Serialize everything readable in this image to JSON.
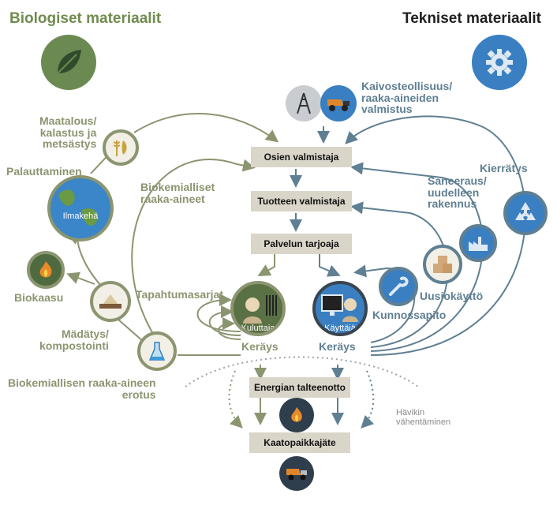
{
  "titles": {
    "bio": "Biologiset materiaalit",
    "tech": "Tekniset materiaalit"
  },
  "bio_labels": {
    "farming": "Maatalous/\nkalastus ja\nmetsästys",
    "restore": "Palauttaminen",
    "atmosphere": "Ilmakehä",
    "biochem_raw": "Biokemialliset\nraaka-aineet",
    "biogas": "Biokaasu",
    "compost": "Mädätys/\nkompostointi",
    "extraction": "Biokemiallisen raaka-aineen\nerotus",
    "cascades": "Tapahtumasarjat",
    "consumer": "Kuluttaja",
    "collect_left": "Keräys"
  },
  "tech_labels": {
    "mining": "Kaivosteollisuus/\nraaka-aineiden\nvalmistus",
    "recycling": "Kierrätys",
    "refurbish": "Saneeraus/\nuudelleen\nrakennus",
    "reuse": "Uusiokäyttö",
    "maintenance": "Kunnossapito",
    "user": "Käyttäjä",
    "collect_right": "Keräys",
    "loss": "Hävikin\nvähentäminen"
  },
  "center_boxes": {
    "parts": "Osien valmistaja",
    "product": "Tuotteen valmistaja",
    "service": "Palvelun tarjoaja",
    "energy": "Energian talteenotto",
    "landfill": "Kaatopaikkajäte"
  },
  "colors": {
    "bio": "#8b9570",
    "tech": "#5f7f92",
    "box": "#d9d5c9",
    "dark_circle": "#3a4550"
  },
  "icons": [
    "leaf-icon",
    "gear-icon",
    "oil-rig-icon",
    "mining-truck-icon",
    "wheat-fish-icon",
    "earth-icon",
    "flame-icon",
    "compost-icon",
    "flask-icon",
    "consumer-icon",
    "user-computer-icon",
    "wrench-icon",
    "boxes-icon",
    "factory-icon",
    "recycle-icon",
    "dump-truck-icon"
  ]
}
